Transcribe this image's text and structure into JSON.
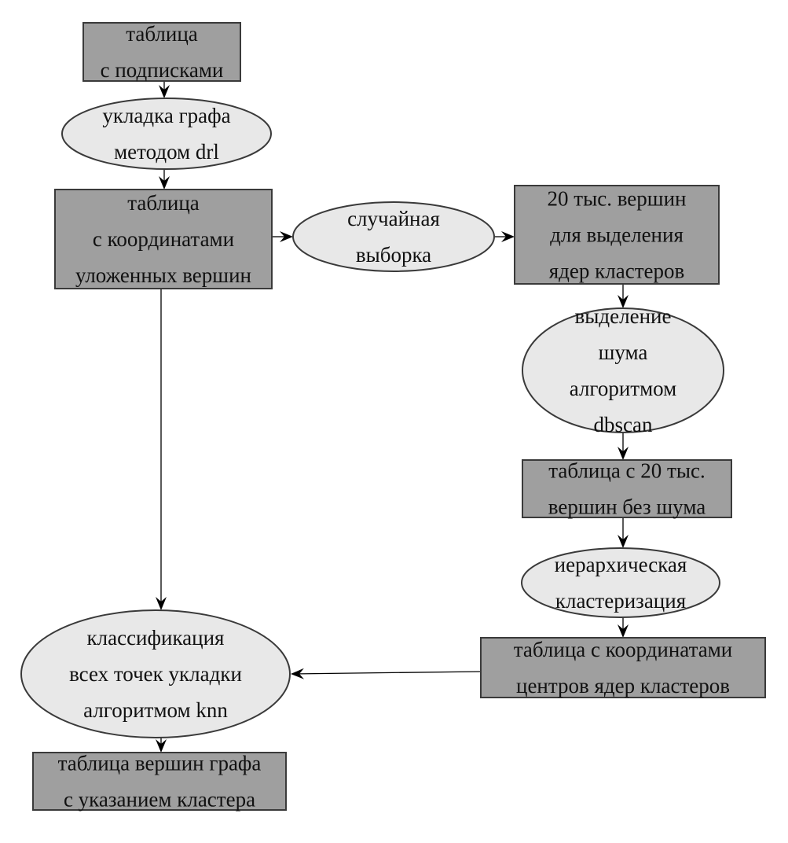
{
  "nodes": {
    "subscriptions_table": {
      "shape": "box",
      "lines": [
        "таблица",
        "с подписками"
      ]
    },
    "drl_layout": {
      "shape": "ellipse",
      "lines": [
        "укладка графа",
        "методом drl"
      ]
    },
    "coords_table": {
      "shape": "box",
      "lines": [
        "таблица",
        "с координатами",
        "уложенных вершин"
      ]
    },
    "random_sample": {
      "shape": "ellipse",
      "lines": [
        "случайная",
        "выборка"
      ]
    },
    "sample_20k": {
      "shape": "box",
      "lines": [
        "20 тыс. вершин",
        "для выделения",
        "ядер кластеров"
      ]
    },
    "dbscan_noise": {
      "shape": "ellipse",
      "lines": [
        "выделение",
        "шума",
        "алгоритмом",
        "dbscan"
      ]
    },
    "table_20k_clean": {
      "shape": "box",
      "lines": [
        "таблица с 20 тыс.",
        "вершин без шума"
      ]
    },
    "hierarchical": {
      "shape": "ellipse",
      "lines": [
        "иерархическая",
        "кластеризация"
      ]
    },
    "centers_table": {
      "shape": "box",
      "lines": [
        "таблица с координатами",
        "центров ядер кластеров"
      ]
    },
    "knn_classify": {
      "shape": "ellipse",
      "lines": [
        "классификация",
        "всех точек укладки",
        "алгоритмом knn"
      ]
    },
    "result_table": {
      "shape": "box",
      "lines": [
        "таблица вершин графа",
        "с указанием кластера"
      ]
    }
  },
  "edges": [
    {
      "from": "subscriptions_table",
      "to": "drl_layout"
    },
    {
      "from": "drl_layout",
      "to": "coords_table"
    },
    {
      "from": "coords_table",
      "to": "random_sample"
    },
    {
      "from": "random_sample",
      "to": "sample_20k"
    },
    {
      "from": "sample_20k",
      "to": "dbscan_noise"
    },
    {
      "from": "dbscan_noise",
      "to": "table_20k_clean"
    },
    {
      "from": "table_20k_clean",
      "to": "hierarchical"
    },
    {
      "from": "hierarchical",
      "to": "centers_table"
    },
    {
      "from": "centers_table",
      "to": "knn_classify"
    },
    {
      "from": "coords_table",
      "to": "knn_classify"
    },
    {
      "from": "knn_classify",
      "to": "result_table"
    }
  ]
}
